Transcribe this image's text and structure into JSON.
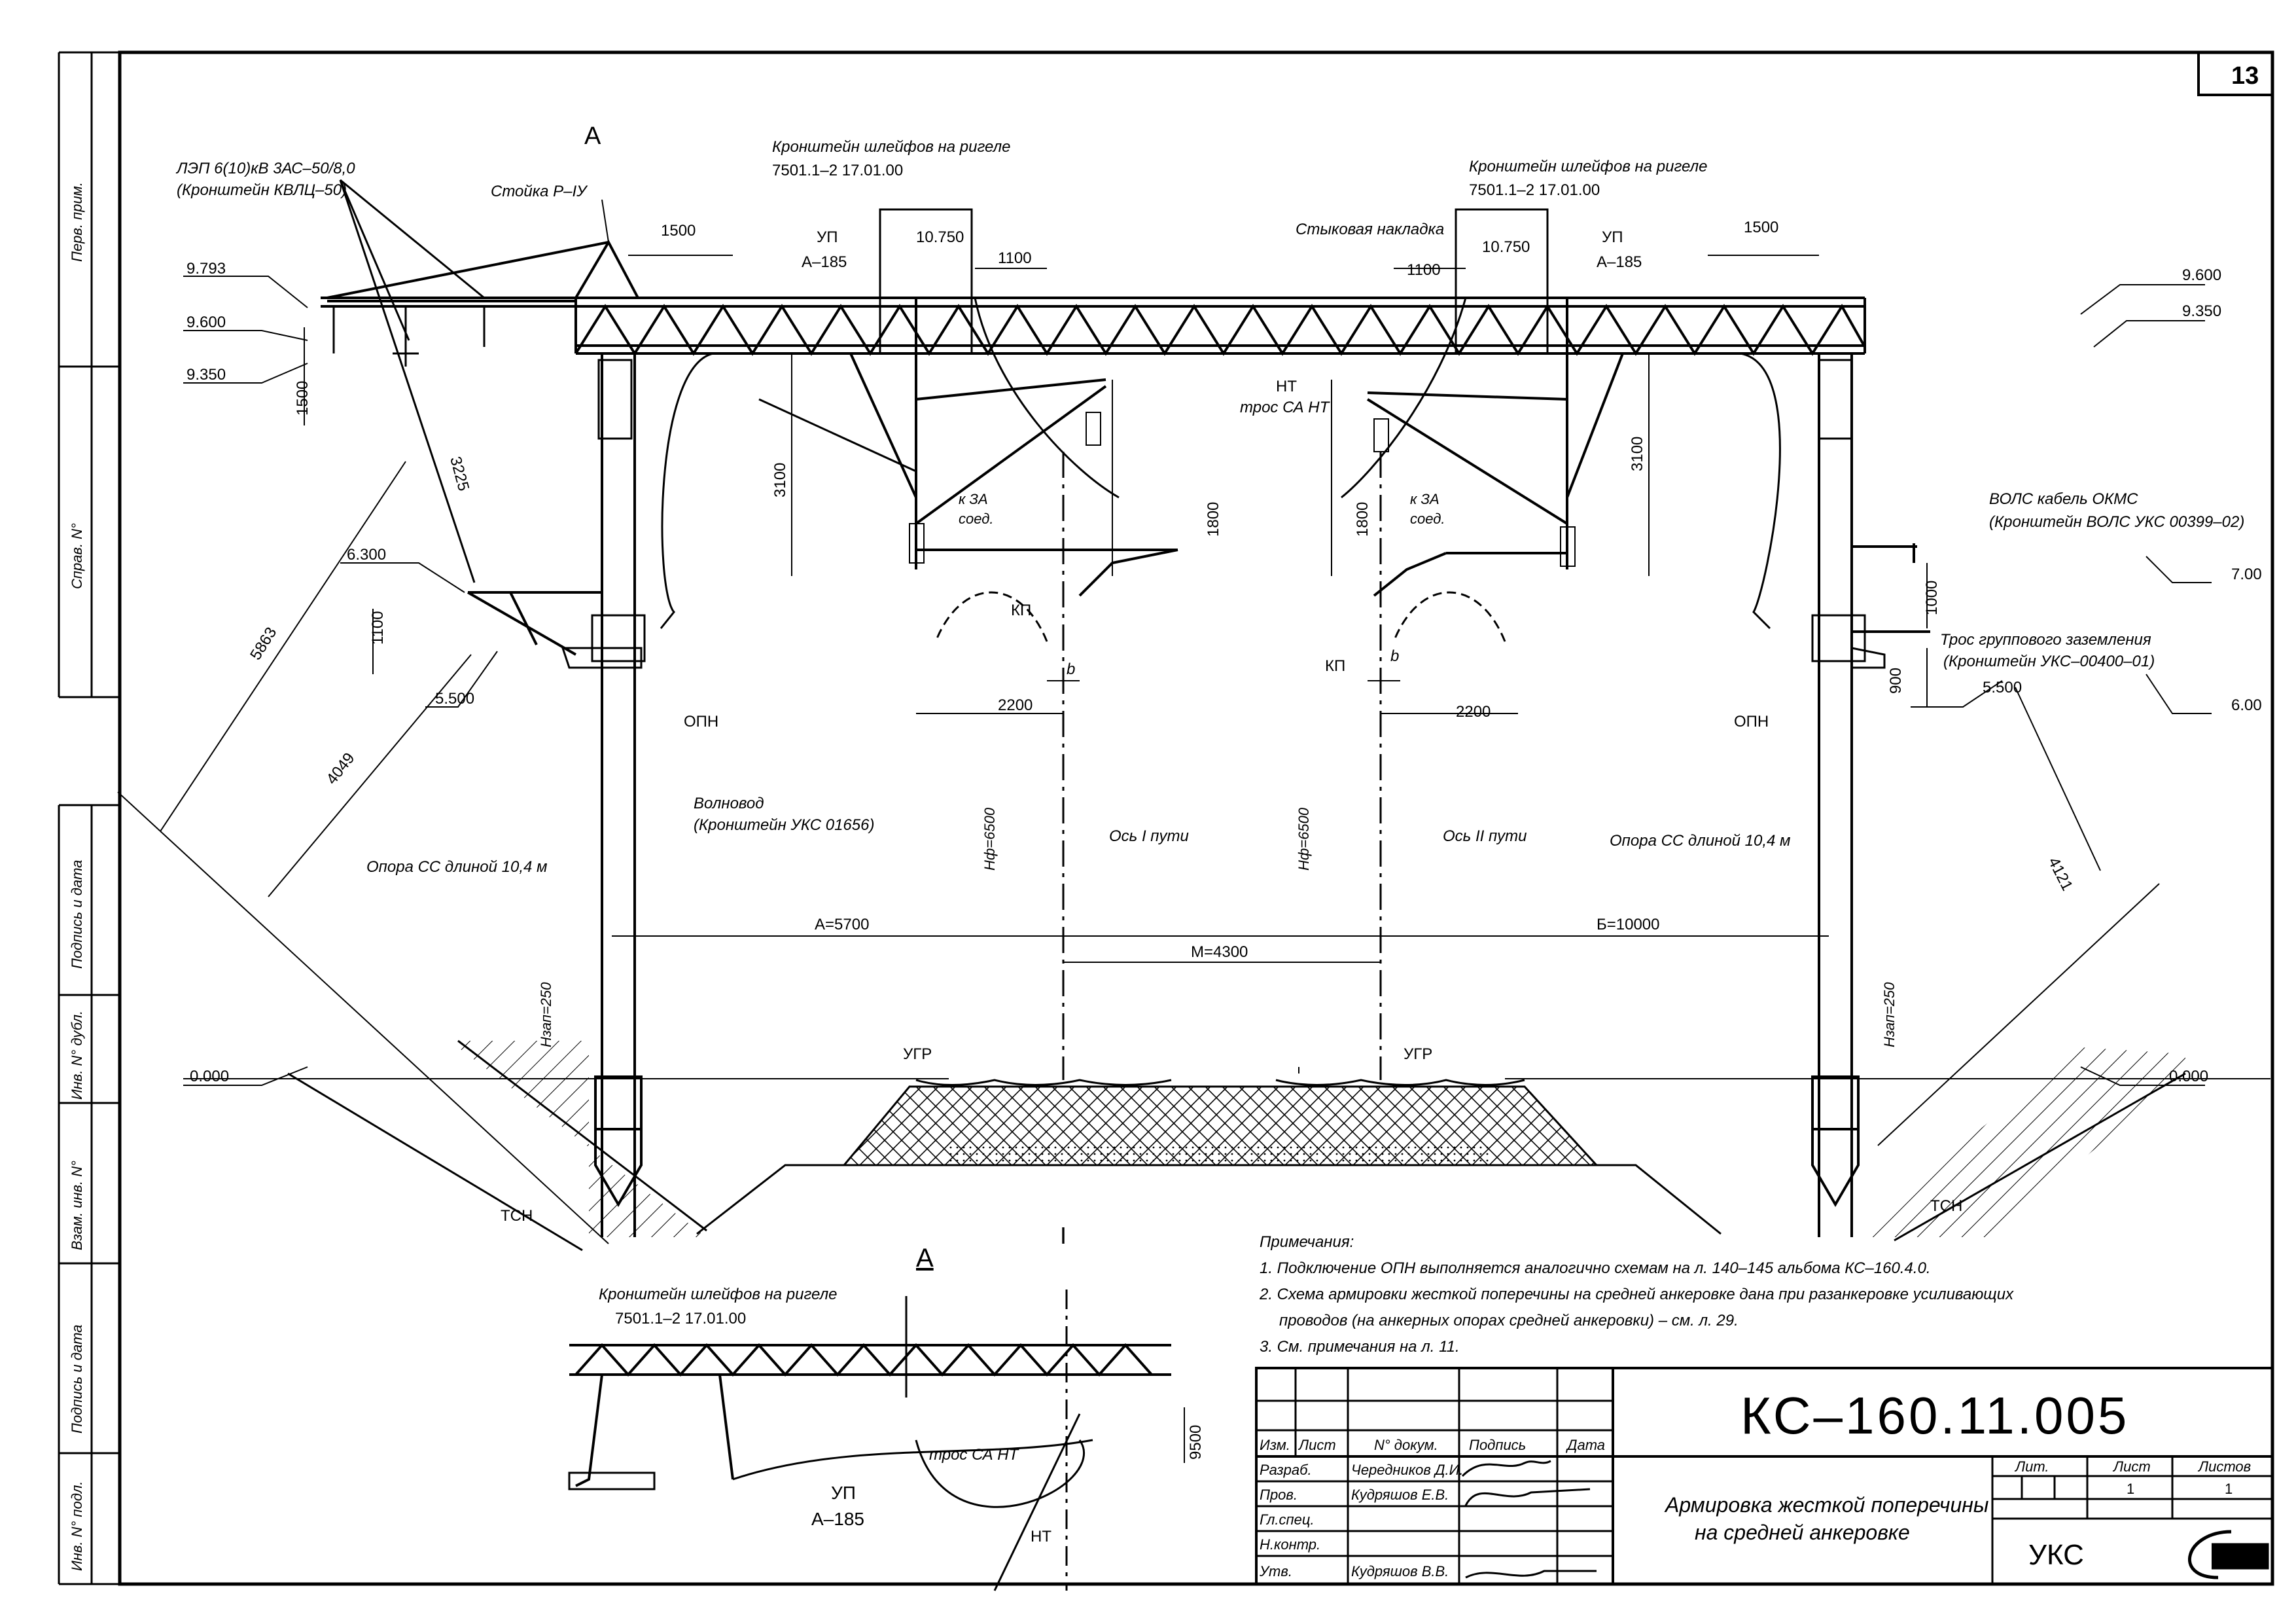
{
  "sheet": {
    "sheet_number": "13",
    "code": "КС–160.11.005",
    "title_line1": "Армировка жесткой поперечины",
    "title_line2": "на средней анкеровке",
    "org": "УКС",
    "lit_label": "Лит.",
    "list_label": "Лист",
    "lists_label": "Листов",
    "list_value": "1",
    "lists_value": "1"
  },
  "side_stamps": [
    "Перв. прим.",
    "Справ. N°",
    "Подпись и дата",
    "Инв. N° дубл.",
    "Взам. инв. N°",
    "Подпись и дата",
    "Инв. N° подл."
  ],
  "stamp": {
    "headers": [
      "Изм.",
      "Лист",
      "N° докум.",
      "Подпись",
      "Дата"
    ],
    "rows": [
      {
        "role": "Разраб.",
        "name": "Чередников Д.И."
      },
      {
        "role": "Пров.",
        "name": "Кудряшов Е.В."
      },
      {
        "role": "Гл.спец.",
        "name": ""
      },
      {
        "role": "Н.контр.",
        "name": ""
      },
      {
        "role": "Утв.",
        "name": "Кудряшов В.В."
      }
    ]
  },
  "labels": {
    "section_marker": "А",
    "lep": "ЛЭП 6(10)кВ 3АС–50/8,0",
    "lep_bracket": "(Кронштейн КВЛЦ–50)",
    "stoika": "Стойка Р–IУ",
    "kron_left": "Кронштейн шлейфов на ригеле",
    "kron_left_code": "7501.1–2 17.01.00",
    "kron_right": "Кронштейн шлейфов на ригеле",
    "kron_right_code": "7501.1–2 17.01.00",
    "stykovaya": "Стыковая накладка",
    "up": "УП",
    "a185": "А–185",
    "nt": "НТ",
    "tros_nt": "трос СА НТ",
    "k_za": "к ЗА",
    "soed": "соед.",
    "kp": "КП",
    "b": "b",
    "opn": "ОПН",
    "volnovod": "Волновод",
    "volnovod_bracket": "(Кронштейн УКС 01656)",
    "opora_left": "Опора СС длиной 10,4 м",
    "opora_right": "Опора СС длиной 10,4 м",
    "os1": "Ось I пути",
    "os2": "Ось II пути",
    "volс": "ВОЛС кабель ОКМС",
    "volс_bracket": "(Кронштейн ВОЛС УКС 00399–02)",
    "tros_gr": "Трос группового заземления",
    "tros_gr_bracket": "(Кронштейн УКС–00400–01)",
    "ugr": "УГР",
    "tsn": "ТСН",
    "hf6500": "Нф=6500",
    "hzap": "Нзап=250",
    "track_mark": "I"
  },
  "dims": {
    "d1500_l": "1500",
    "d1500_r": "1500",
    "d1100_l": "1100",
    "d1100_r": "1100",
    "d10750_l": "10.750",
    "d10750_r": "10.750",
    "d3100_l": "3100",
    "d3100_r": "3100",
    "d1800_l": "1800",
    "d1800_r": "1800",
    "d2200_l": "2200",
    "d2200_r": "2200",
    "d1500_v": "1500",
    "d3225": "3225",
    "d5863": "5863",
    "d4049": "4049",
    "d4121": "4121",
    "d1100_v": "1100",
    "d1000_v": "1000",
    "d900_v": "900",
    "a5700": "А=5700",
    "m4300": "М=4300",
    "b10000": "Б=10000",
    "d9500": "9500"
  },
  "levels": {
    "l9793": "9.793",
    "l9600_l": "9.600",
    "l9350_l": "9.350",
    "l9600_r": "9.600",
    "l9350_r": "9.350",
    "l6300": "6.300",
    "l5500_l": "5.500",
    "l5500_r": "5.500",
    "l7000": "7.00",
    "l6000": "6.00",
    "l0000_l": "0.000",
    "l0000_r": "0.000"
  },
  "detail": {
    "title": "А",
    "kron": "Кронштейн шлейфов на ригеле",
    "kron_code": "7501.1–2 17.01.00",
    "tros": "трос СА НТ",
    "up": "УП",
    "a185": "А–185",
    "nt": "НТ",
    "dim": "9500"
  },
  "notes": {
    "heading": "Примечания:",
    "items": [
      "1. Подключение ОПН выполняется аналогично схемам на л. 140–145 альбома КС–160.4.0.",
      "2. Схема армировки жесткой поперечины на средней анкеровке дана при разанкеровке усиливающих",
      "проводов (на анкерных опорах средней анкеровки) – см. л. 29.",
      "3. См. примечания на л. 11."
    ]
  }
}
